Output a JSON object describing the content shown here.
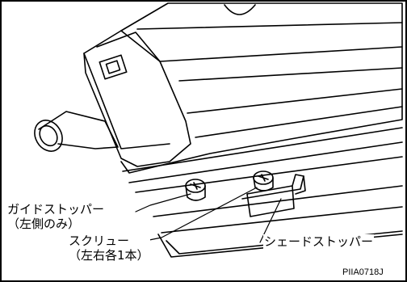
{
  "callouts": {
    "guide_stopper": {
      "line1": "ガイドストッパー",
      "line2": "（左側のみ）"
    },
    "screw": {
      "line1": "スクリュー",
      "line2": "（左右各1本）"
    },
    "shade_stopper": {
      "line1": "シェードストッパー"
    }
  },
  "figure_code": "PIIA0718J",
  "colors": {
    "ink": "#000000",
    "paper": "#ffffff"
  }
}
